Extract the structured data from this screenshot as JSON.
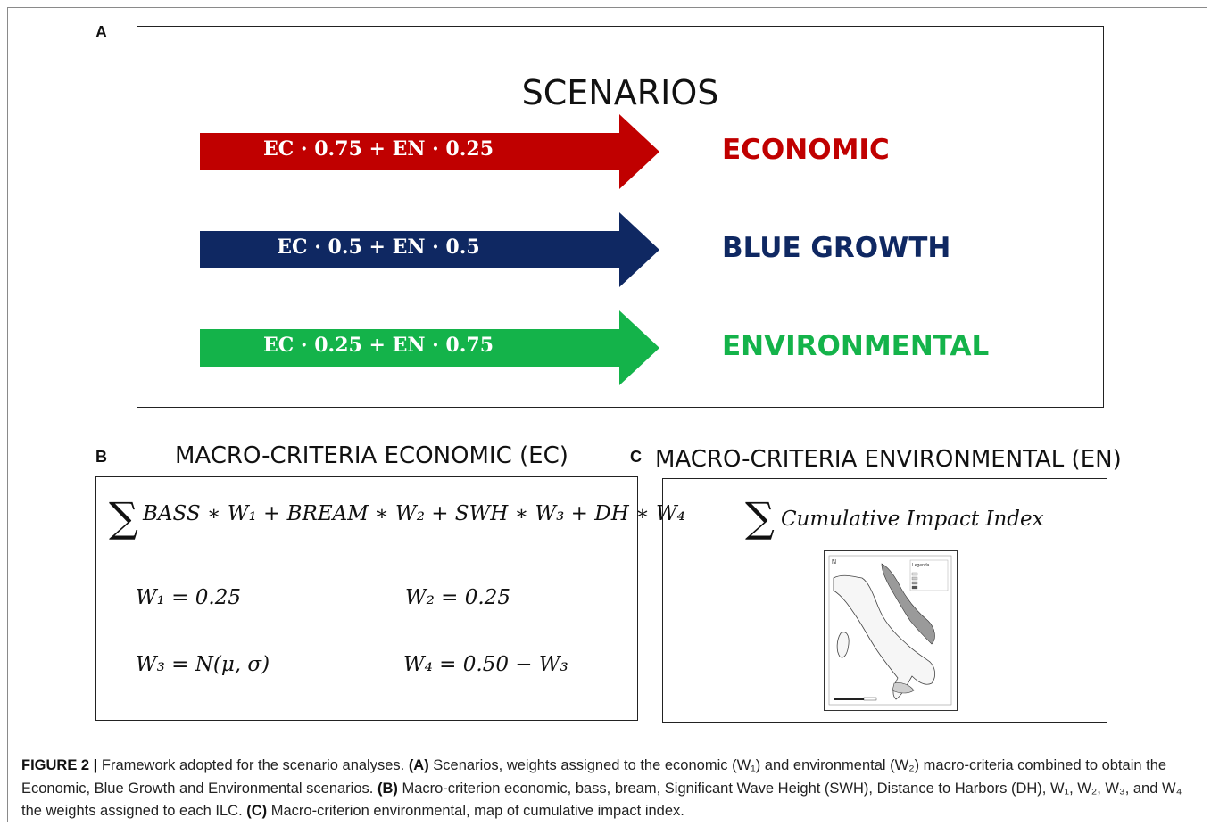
{
  "panel_a": {
    "letter": "A",
    "title": "SCENARIOS",
    "scenarios": [
      {
        "formula": "EC · 0.75 + EN · 0.25",
        "label": "ECONOMIC",
        "color": "#c00000"
      },
      {
        "formula": "EC · 0.5 + EN · 0.5",
        "label": "BLUE GROWTH",
        "color": "#0f2862"
      },
      {
        "formula": "EC · 0.25 + EN · 0.75",
        "label": "ENVIRONMENTAL",
        "color": "#14b34a"
      }
    ]
  },
  "panel_b": {
    "letter": "B",
    "title": "MACRO-CRITERIA ECONOMIC (EC)",
    "sum_expression": "BASS ∗ W₁ + BREAM ∗ W₂ + SWH ∗ W₃ + DH ∗ W₄",
    "weights": {
      "w1": "W₁ = 0.25",
      "w2": "W₂ = 0.25",
      "w3": "W₃ = N(μ, σ)",
      "w4": "W₄ = 0.50 − W₃"
    }
  },
  "panel_c": {
    "letter": "C",
    "title": "MACRO-CRITERIA ENVIRONMENTAL (EN)",
    "sum_expression": "Cumulative Impact Index",
    "map_legend_title": "Legenda"
  },
  "caption": {
    "figure_label": "FIGURE 2 |",
    "intro": " Framework adopted for the scenario analyses. ",
    "a_label": "(A)",
    "a_text": " Scenarios, weights assigned to the economic (W₁) and environmental (W₂) macro-criteria combined to obtain the Economic, Blue Growth and Environmental scenarios. ",
    "b_label": "(B)",
    "b_text": " Macro-criterion economic, bass, bream, Significant Wave Height (SWH), Distance to Harbors (DH), W₁, W₂, W₃, and W₄ the weights assigned to each ILC. ",
    "c_label": "(C)",
    "c_text": " Macro-criterion environmental, map of cumulative impact index."
  }
}
